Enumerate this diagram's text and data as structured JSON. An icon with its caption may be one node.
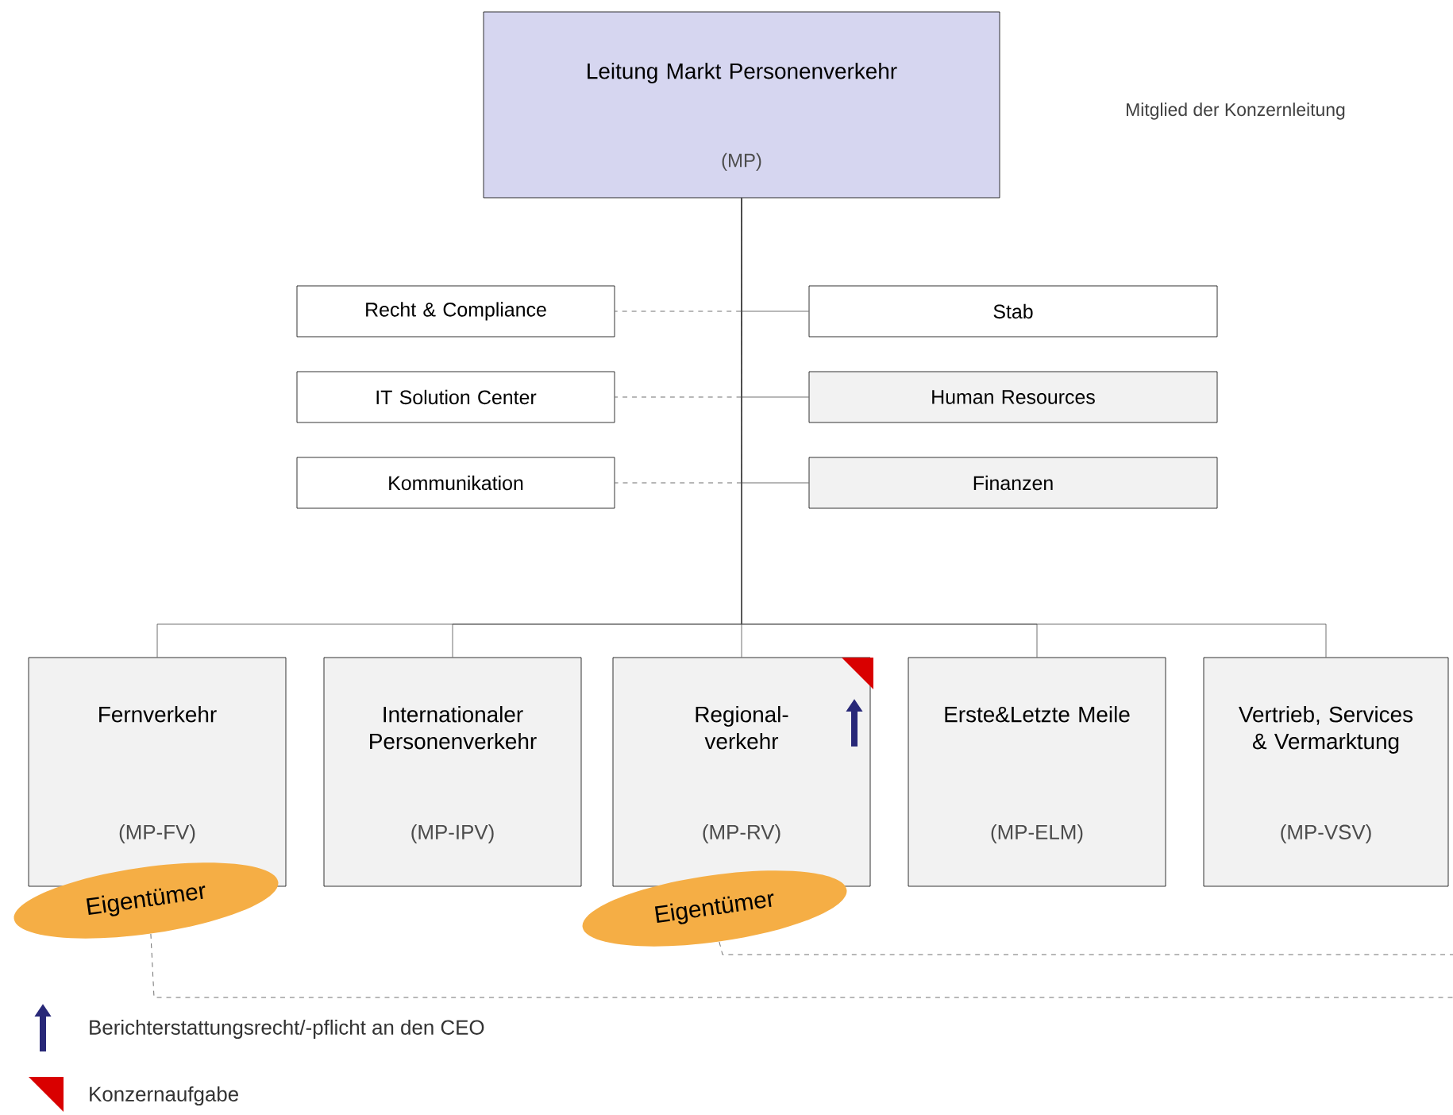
{
  "diagram": {
    "nodes": [
      {
        "text": [
          "Leitung Markt Personenverkehr",
          "(MP)"
        ]
      },
      {
        "text": [
          "Recht & Compliance"
        ]
      },
      {
        "text": [
          "Stab"
        ]
      },
      {
        "text": [
          "IT Solution Center"
        ]
      },
      {
        "text": [
          "Human Resources"
        ]
      },
      {
        "text": [
          "Kommunikation"
        ]
      },
      {
        "text": [
          "Finanzen"
        ]
      },
      {
        "text": [
          "Fernverkehr",
          "(MP-FV)"
        ]
      },
      {
        "text": [
          "Internationaler Personenverkehr",
          "(MP-IPV)"
        ]
      },
      {
        "text": [
          "Regional-verkehr",
          "(MP-RV)"
        ]
      },
      {
        "text": [
          "Erste&Letzte Meile",
          "(MP-ELM)"
        ]
      },
      {
        "text": [
          "Vertrieb, Services & Vermarktung",
          "(MP-VSV)"
        ]
      },
      {
        "text": [
          "Eigentümer"
        ]
      },
      {
        "text": [
          "Eigentümer"
        ]
      }
    ],
    "edges": [
      {
        "from": 0,
        "to": 1,
        "arrow": "none",
        "style": "dashed"
      },
      {
        "from": 0,
        "to": 2,
        "arrow": "none"
      },
      {
        "from": 0,
        "to": 3,
        "arrow": "none",
        "style": "dashed"
      },
      {
        "from": 0,
        "to": 4,
        "arrow": "none"
      },
      {
        "from": 0,
        "to": 5,
        "arrow": "none",
        "style": "dashed"
      },
      {
        "from": 0,
        "to": 6,
        "arrow": "none"
      },
      {
        "from": 0,
        "to": 7,
        "arrow": "none"
      },
      {
        "from": 0,
        "to": 8,
        "arrow": "none"
      },
      {
        "from": 0,
        "to": 9,
        "arrow": "none"
      },
      {
        "from": 0,
        "to": 10,
        "arrow": "none"
      },
      {
        "from": 0,
        "to": 11,
        "arrow": "none"
      },
      {
        "from": 12,
        "to": null,
        "arrow": "none",
        "style": "dashed"
      },
      {
        "from": 13,
        "to": null,
        "arrow": "none",
        "style": "dashed"
      }
    ],
    "labels": [
      "Mitglied der Konzernleitung"
    ],
    "legend": [
      {
        "text": "Berichterstattungsrecht/-pflicht an den CEO"
      },
      {
        "text": "Konzernaufgabe"
      }
    ]
  }
}
